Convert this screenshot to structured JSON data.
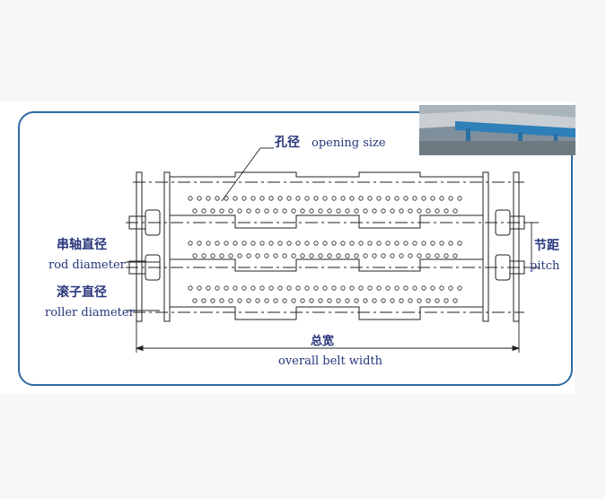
{
  "labels": {
    "opening_cn": "孔径",
    "opening_en": "opening size",
    "rod_cn": "串轴直径",
    "rod_en": "rod diameter",
    "roller_cn": "滚子直径",
    "roller_en": "roller diameter",
    "pitch_cn": "节距",
    "pitch_en": "pitch",
    "width_cn": "总宽",
    "width_en": "overall belt width"
  },
  "colors": {
    "frame": "#2d6aa3",
    "text": "#27357a",
    "line": "#222222"
  },
  "photo": {
    "subject": "conveyor belt machine photo"
  }
}
